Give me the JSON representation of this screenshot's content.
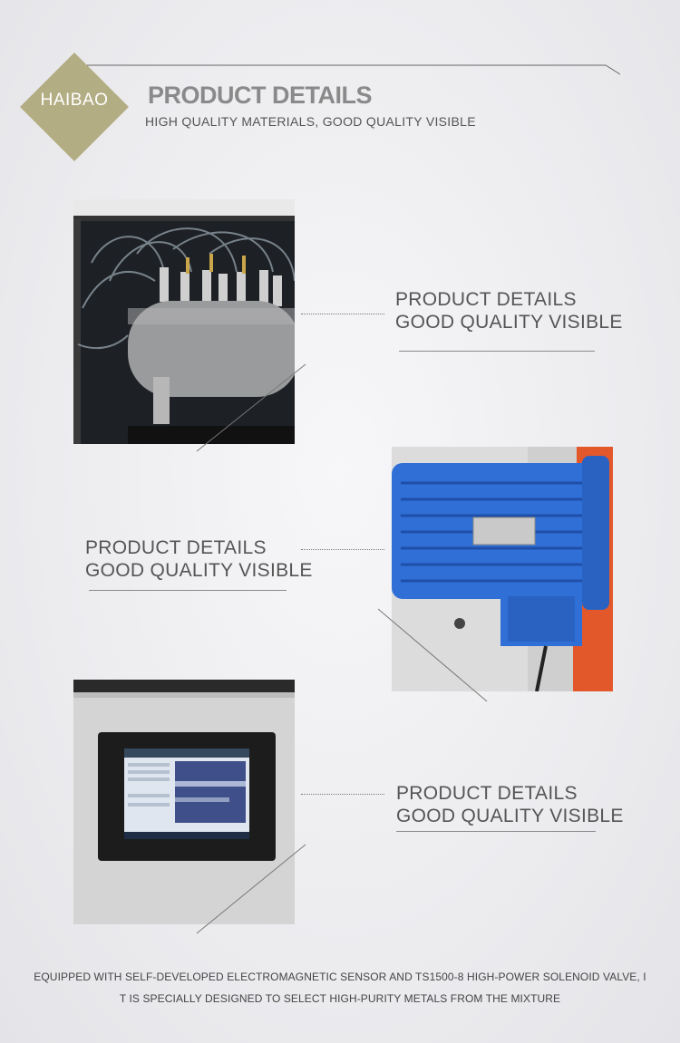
{
  "header": {
    "logo_text": "HAIBAO",
    "title": "PRODUCT DETAILS",
    "subtitle": "HIGH QUALITY MATERIALS, GOOD QUALITY VISIBLE"
  },
  "details": [
    {
      "line1": "PRODUCT DETAILS",
      "line2": "GOOD QUALITY VISIBLE",
      "photo": "air-tank-valves-photo"
    },
    {
      "line1": "PRODUCT DETAILS",
      "line2": "GOOD QUALITY VISIBLE",
      "photo": "blue-motor-photo"
    },
    {
      "line1": "PRODUCT DETAILS",
      "line2": "GOOD QUALITY VISIBLE",
      "photo": "touchscreen-panel-photo"
    }
  ],
  "footer": {
    "line1": "EQUIPPED WITH SELF-DEVELOPED ELECTROMAGNETIC SENSOR AND TS1500-8 HIGH-POWER SOLENOID VALVE, I",
    "line2": "T IS SPECIALLY DESIGNED TO SELECT HIGH-PURITY METALS FROM THE MIXTURE"
  },
  "colors": {
    "logo": "#b3ad84",
    "motor": "#2f6fd6",
    "frame": "#e2582a",
    "tank": "#9a9b9d"
  }
}
